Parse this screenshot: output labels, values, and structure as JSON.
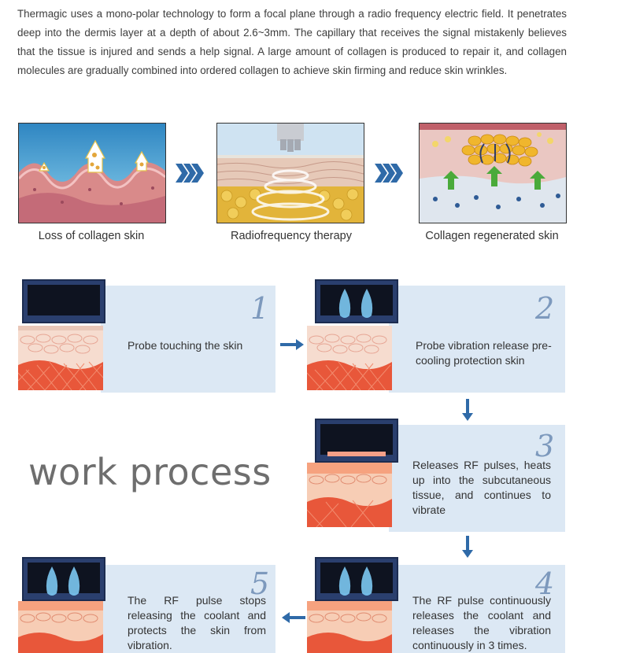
{
  "intro": {
    "text": "Thermagic uses a mono-polar technology to form a focal plane through a radio frequency electric field. It penetrates deep into the dermis layer at a depth of about 2.6~3mm. The capillary that receives the signal mistakenly believes that the tissue is injured and sends a help signal. A large amount of collagen is produced to repair it, and collagen molecules are gradually combined into ordered collagen to achieve skin firming and reduce skin wrinkles."
  },
  "illustrations": [
    {
      "caption": "Loss of collagen skin"
    },
    {
      "caption": "Radiofrequency therapy"
    },
    {
      "caption": "Collagen regenerated skin"
    }
  ],
  "work_process_title": "work process",
  "steps": [
    {
      "number": "1",
      "text": "Probe touching the skin"
    },
    {
      "number": "2",
      "text": "Probe vibration release pre-cooling protection skin"
    },
    {
      "number": "3",
      "text": "Releases RF pulses, heats up into the subcutaneous tissue, and continues to vibrate"
    },
    {
      "number": "4",
      "text": "The RF pulse continuously releases the coolant and releases the vibration continuously in 3 times."
    },
    {
      "number": "5",
      "text": "The RF pulse stops releasing the coolant and protects the skin from vibration."
    }
  ],
  "colors": {
    "panel": "#dce8f4",
    "arrow": "#2f6aa8",
    "number": "#7d99bd"
  }
}
